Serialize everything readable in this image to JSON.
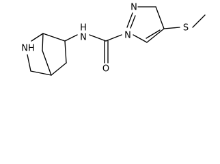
{
  "structure": {
    "atom_labels": {
      "nh_ring": "NH",
      "nh_amide": "H",
      "n_amide": "N",
      "n_pyrazole_1": "N",
      "n_pyrazole_2": "N",
      "oxygen": "O",
      "sulfur": "S"
    }
  },
  "colors": {
    "bond": "#000000",
    "label": "#000000",
    "background": "#ffffff"
  }
}
